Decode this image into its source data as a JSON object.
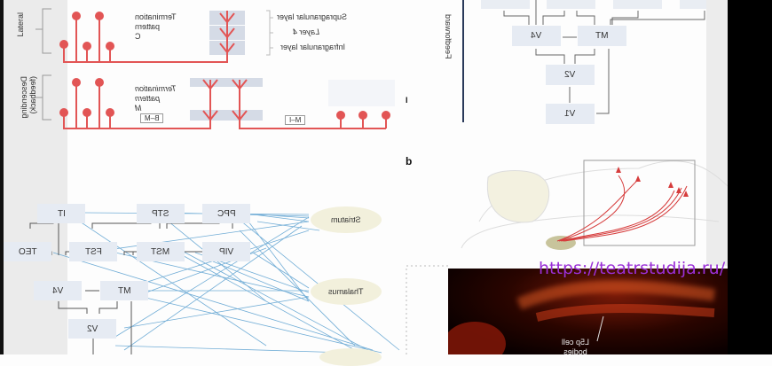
{
  "colors": {
    "axon": "#e25555",
    "box": "#e6ebf3",
    "connection": "#5aa0d0",
    "nucleus": "#f2f0dc",
    "watermark": "#9a2fd6"
  },
  "panel_a": {
    "lateral": {
      "group_label": "Lateral",
      "pattern_text": "Termination\npattern\nC"
    },
    "descending": {
      "group_label": "Descending\n(feedback)",
      "pattern_text": "Termination\npattern\nM",
      "tag_left": "B–M",
      "tag_right": "M–I"
    },
    "layers": [
      "Supragranular layer",
      "Layer 4",
      "Infragranular layer"
    ],
    "marker": "I"
  },
  "panel_top_right": {
    "side_label": "Feedforward",
    "nodes": [
      "V4",
      "MT",
      "V2",
      "V1"
    ]
  },
  "panel_b": {
    "letter": "b",
    "micrograph_label": "L5p cell\nbodies"
  },
  "panel_bottom_left": {
    "cortical_nodes": [
      "IT",
      "STP",
      "PPC",
      "TEO",
      "FST",
      "MST",
      "VIP",
      "V4",
      "MT",
      "V2"
    ],
    "subcortical_targets": [
      "Striatum",
      "Thalamus"
    ]
  },
  "watermark": "https://teatrstudija.ru/"
}
